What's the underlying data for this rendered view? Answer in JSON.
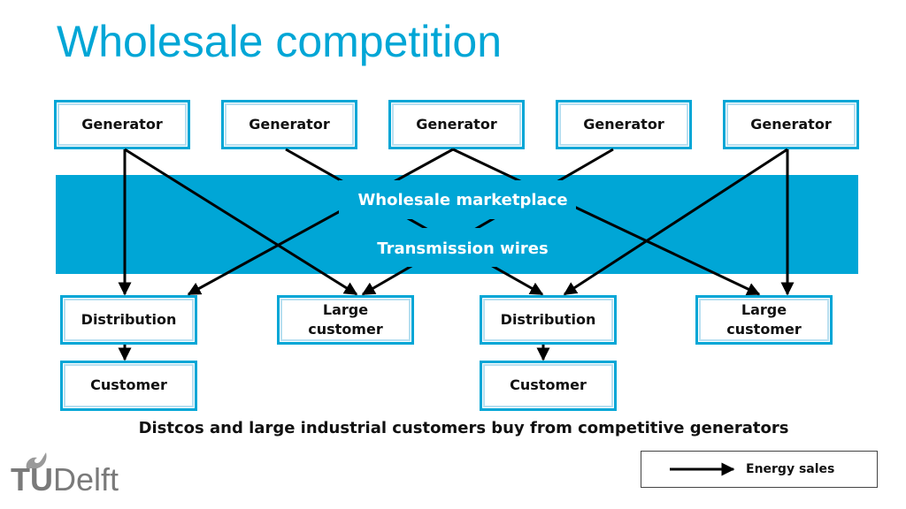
{
  "title": "Wholesale competition",
  "generators": [
    "Generator",
    "Generator",
    "Generator",
    "Generator",
    "Generator"
  ],
  "band": {
    "line1": "Wholesale marketplace",
    "line2": "Transmission wires"
  },
  "buyers": {
    "distribution_1": "Distribution",
    "large_customer_1": "Large\ncustomer",
    "distribution_2": "Distribution",
    "large_customer_2": "Large\ncustomer"
  },
  "customers": [
    "Customer",
    "Customer"
  ],
  "caption": "Distcos and large industrial customers buy from competitive generators",
  "legend": {
    "label": "Energy sales"
  },
  "logo": {
    "tu": "TU",
    "delft": "Delft"
  },
  "colors": {
    "accent": "#00a6d6",
    "arrow": "#000000"
  }
}
